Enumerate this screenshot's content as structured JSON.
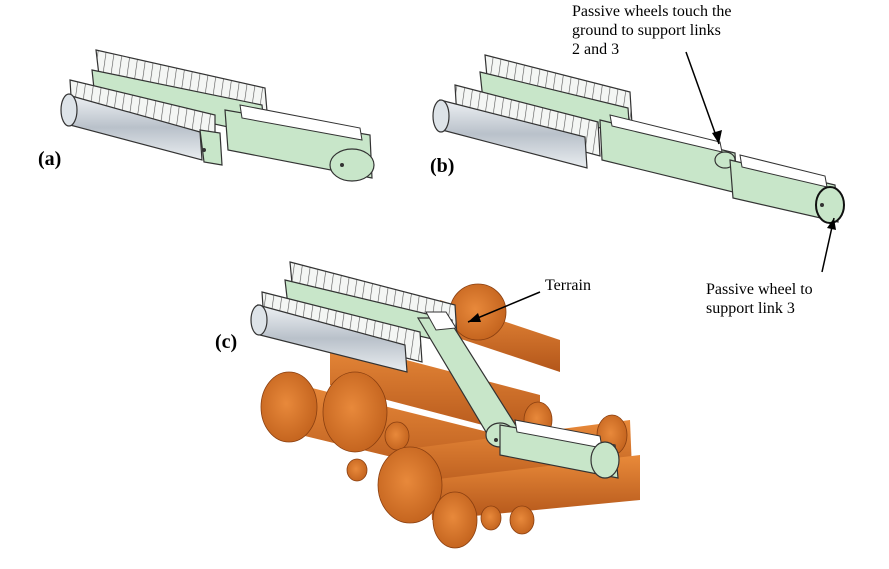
{
  "panels": {
    "a": {
      "label": "(a)"
    },
    "b": {
      "label": "(b)"
    },
    "c": {
      "label": "(c)"
    }
  },
  "annotations": {
    "passive_wheels_touch": {
      "lines": [
        "Passive wheels touch the",
        "ground to support links",
        "2 and 3"
      ]
    },
    "passive_wheel_link3": {
      "lines": [
        "Passive wheel to",
        "support link 3"
      ]
    },
    "terrain": {
      "text": "Terrain"
    }
  },
  "colors": {
    "body_green": "#c8e6c9",
    "track_white": "#ffffff",
    "roller_gray": "#bfc5cc",
    "log_orange": "#d9782e",
    "log_dark": "#a84f17",
    "outline": "#333333"
  }
}
